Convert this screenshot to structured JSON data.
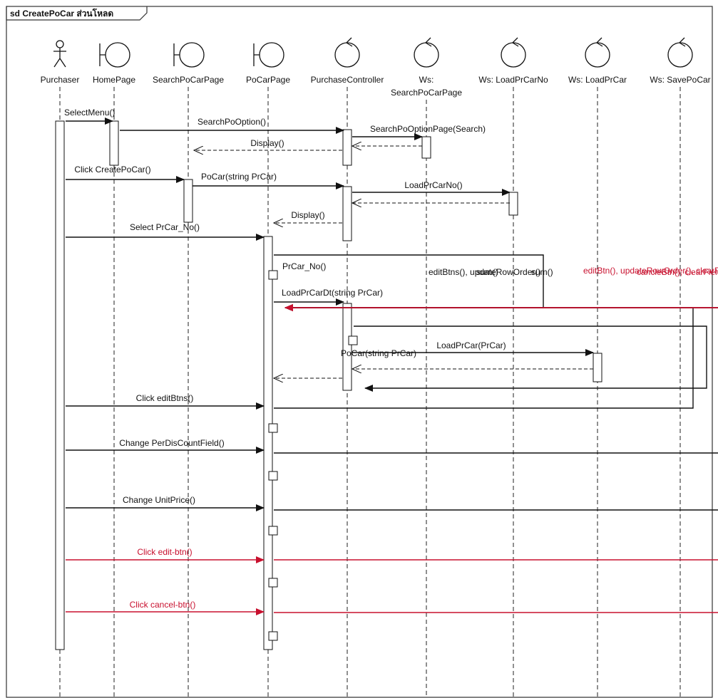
{
  "frame": {
    "title": "sd CreatePoCar ส่วนโหลด"
  },
  "participants": [
    {
      "id": "purchaser",
      "kind": "actor",
      "label": "Purchaser"
    },
    {
      "id": "homepage",
      "kind": "boundary",
      "label": "HomePage"
    },
    {
      "id": "searchpocarpage",
      "kind": "boundary",
      "label": "SearchPoCarPage"
    },
    {
      "id": "pocarpage",
      "kind": "boundary",
      "label": "PoCarPage"
    },
    {
      "id": "purchasecontroller",
      "kind": "control",
      "label": "PurchaseController"
    },
    {
      "id": "ws-searchpocarpage",
      "kind": "control",
      "label": "Ws:",
      "label2": "SearchPoCarPage"
    },
    {
      "id": "ws-loadprcarno",
      "kind": "control",
      "label": "Ws: LoadPrCarNo"
    },
    {
      "id": "ws-loadprcar",
      "kind": "control",
      "label": "Ws: LoadPrCar"
    },
    {
      "id": "ws-savepocar",
      "kind": "control",
      "label": "Ws: SavePoCar"
    }
  ],
  "messages": [
    {
      "label": "SelectMenu()",
      "from": "purchaser",
      "to": "homepage",
      "type": "sync",
      "color": "black"
    },
    {
      "label": "SearchPoOption()",
      "from": "homepage",
      "to": "purchasecontroller",
      "type": "sync",
      "color": "black"
    },
    {
      "label": "SearchPoOptionPage(Search)",
      "from": "purchasecontroller",
      "to": "ws-searchpocarpage",
      "type": "sync",
      "color": "black"
    },
    {
      "label": "",
      "from": "ws-searchpocarpage",
      "to": "purchasecontroller",
      "type": "return",
      "color": "black"
    },
    {
      "label": "Display()",
      "from": "purchasecontroller",
      "to": "searchpocarpage",
      "type": "return",
      "color": "black"
    },
    {
      "label": "Click CreatePoCar()",
      "from": "purchaser",
      "to": "searchpocarpage",
      "type": "sync",
      "color": "black"
    },
    {
      "label": "PoCar(string PrCar)",
      "from": "searchpocarpage",
      "to": "purchasecontroller",
      "type": "sync",
      "color": "black"
    },
    {
      "label": "LoadPrCarNo()",
      "from": "purchasecontroller",
      "to": "ws-loadprcarno",
      "type": "sync",
      "color": "black"
    },
    {
      "label": "",
      "from": "ws-loadprcarno",
      "to": "purchasecontroller",
      "type": "return",
      "color": "black"
    },
    {
      "label": "Display()",
      "from": "purchasecontroller",
      "to": "pocarpage",
      "type": "return",
      "color": "black"
    },
    {
      "label": "Select PrCar_No()",
      "from": "purchaser",
      "to": "pocarpage",
      "type": "sync",
      "color": "black"
    },
    {
      "label": "PrCar_No()",
      "from": "pocarpage",
      "to": "pocarpage",
      "type": "self",
      "color": "black"
    },
    {
      "label": "LoadPrCarDt(string PrCar)",
      "from": "pocarpage",
      "to": "purchasecontroller",
      "type": "sync",
      "color": "black"
    },
    {
      "label": "PoCar(string PrCar)",
      "from": "purchasecontroller",
      "to": "purchasecontroller",
      "type": "self",
      "color": "black"
    },
    {
      "label": "LoadPrCar(PrCar)",
      "from": "purchasecontroller",
      "to": "ws-loadprcar",
      "type": "sync",
      "color": "black"
    },
    {
      "label": "",
      "from": "ws-loadprcar",
      "to": "purchasecontroller",
      "type": "return",
      "color": "black"
    },
    {
      "label": "",
      "from": "purchasecontroller",
      "to": "pocarpage",
      "type": "return",
      "color": "black"
    },
    {
      "label": "Click editBtns()",
      "from": "purchaser",
      "to": "pocarpage",
      "type": "sync",
      "color": "black"
    },
    {
      "label": "editBtns(), updateRowOrder()",
      "from": "pocarpage",
      "to": "pocarpage",
      "type": "self",
      "color": "black"
    },
    {
      "label": "Change PerDisCountField()",
      "from": "purchaser",
      "to": "pocarpage",
      "type": "sync",
      "color": "black"
    },
    {
      "label": "sum()",
      "from": "pocarpage",
      "to": "pocarpage",
      "type": "self",
      "color": "black"
    },
    {
      "label": "Change UnitPrice()",
      "from": "purchaser",
      "to": "pocarpage",
      "type": "sync",
      "color": "black"
    },
    {
      "label": "sum()",
      "from": "pocarpage",
      "to": "pocarpage",
      "type": "self",
      "color": "black"
    },
    {
      "label": "Click edit-btn()",
      "from": "purchaser",
      "to": "pocarpage",
      "type": "sync",
      "color": "red"
    },
    {
      "label": "editBtn(), updateRowOrder(), clearFeild()",
      "from": "pocarpage",
      "to": "pocarpage",
      "type": "self",
      "color": "red"
    },
    {
      "label": "Click cancel-btn()",
      "from": "purchaser",
      "to": "pocarpage",
      "type": "sync",
      "color": "red"
    },
    {
      "label": "cancleBtn(), clearFields()",
      "from": "pocarpage",
      "to": "pocarpage",
      "type": "self",
      "color": "red"
    }
  ]
}
